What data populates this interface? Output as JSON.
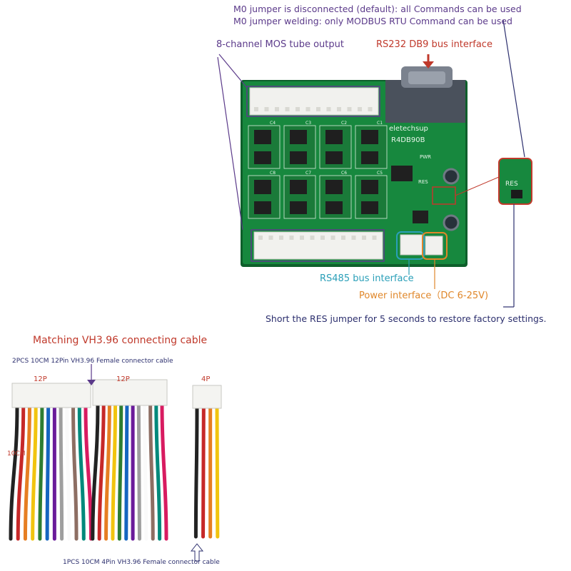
{
  "annotations": {
    "m0_default": "M0 jumper is disconnected (default): all Commands can be used",
    "m0_welding": "M0 jumper welding: only MODBUS RTU Command can be used",
    "mos_output": "8-channel MOS tube output",
    "rs232": "RS232 DB9 bus interface",
    "rs485": "RS485 bus interface",
    "power": "Power interface（DC 6-25V)",
    "res_note": "Short the RES jumper for 5 seconds to restore factory settings."
  },
  "board": {
    "brand": "eletechsup",
    "model": "R4DB90B",
    "pwr": "PWR",
    "res_label": "RES",
    "channels": [
      "C1",
      "C2",
      "C3",
      "C4",
      "C5",
      "C6",
      "C7",
      "C8"
    ],
    "colors": {
      "pcb": "#17883e",
      "pcb_dark": "#0e5f2b",
      "connector": "#f1f1ee",
      "db9": "#5d6470"
    }
  },
  "cables": {
    "title": "Matching VH3.96 connecting cable",
    "top_note": "2PCS 10CM 12Pin VH3.96 Female connector cable",
    "bottom_note": "1PCS 10CM 4Pin VH3.96 Female connector cable",
    "label_12p_left": "12P",
    "label_12p_right": "12P",
    "label_4p": "4P",
    "label_length": "10CM"
  },
  "colors": {
    "purple": "#5b3a8a",
    "red": "#c0392b",
    "teal": "#2a9fb8",
    "orange": "#e0872a",
    "navy": "#2c2f6e"
  }
}
